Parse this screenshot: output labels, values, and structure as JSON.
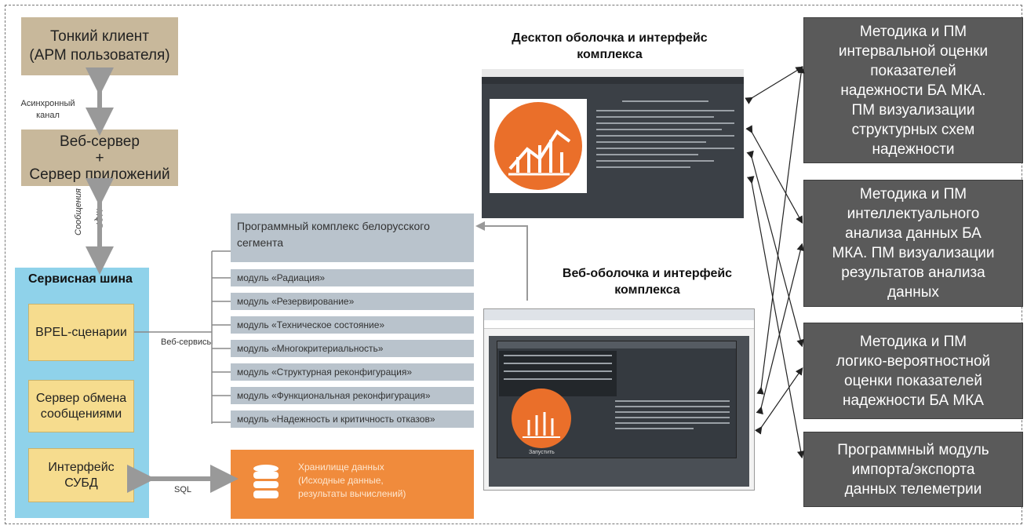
{
  "client_box": {
    "line1": "Тонкий клиент",
    "line2": "(АРМ пользователя)"
  },
  "async_label": {
    "line1": "Асинхронный",
    "line2": "канал"
  },
  "server_box": {
    "line1": "Веб-сервер",
    "line2": "+",
    "line3": "Сервер приложений"
  },
  "messages_label": {
    "left": "Сообщения",
    "right": "MQP"
  },
  "service_bus": {
    "title": "Сервисная шина",
    "bpel": "BPEL-сценарии",
    "exchange": {
      "line1": "Сервер обмена",
      "line2": "сообщениями"
    },
    "dbms": {
      "line1": "Интерфейс",
      "line2": "СУБД"
    }
  },
  "webservices_label": "Веб-сервисы",
  "sql_label": "SQL",
  "complex": {
    "title": {
      "line1": "Программный комплекс белорусского",
      "line2": "сегмента"
    },
    "modules": [
      "модуль «Радиация»",
      "модуль «Резервирование»",
      "модуль «Техническое состояние»",
      "модуль «Многокритериальность»",
      "модуль «Структурная реконфигурация»",
      "модуль «Функциональная реконфигурация»",
      "модуль «Надежность и критичность отказов»"
    ]
  },
  "storage": {
    "line1": "Хранилище данных",
    "line2": "(Исходные данные,",
    "line3": "результаты вычислений)"
  },
  "desktop_caption": {
    "line1": "Десктоп оболочка и интерфейс",
    "line2": "комплекса"
  },
  "web_caption": {
    "line1": "Веб-оболочка и интерфейс",
    "line2": "комплекса"
  },
  "web_screen_run": "Запустить",
  "right_boxes": [
    {
      "lines": [
        "Методика и ПМ",
        "интервальной оценки",
        "показателей",
        "надежности БА МКА.",
        "ПМ визуализации",
        "структурных схем",
        "надежности"
      ]
    },
    {
      "lines": [
        "Методика и ПМ",
        "интеллектуального",
        "анализа данных БА",
        "МКА. ПМ визуализации",
        "результатов анализа",
        "данных"
      ]
    },
    {
      "lines": [
        "Методика и ПМ",
        "логико-вероятностной",
        "оценки показателей",
        "надежности БА МКА"
      ]
    },
    {
      "lines": [
        "Программный модуль",
        "импорта/экспорта",
        "данных телеметрии"
      ]
    }
  ],
  "colors": {
    "tan": "#c8b89b",
    "bus": "#8fd2ea",
    "yellow": "#f6dc8e",
    "gray_module": "#b9c3cc",
    "orange": "#f08b3c",
    "dark_box": "#5a5a5a"
  }
}
